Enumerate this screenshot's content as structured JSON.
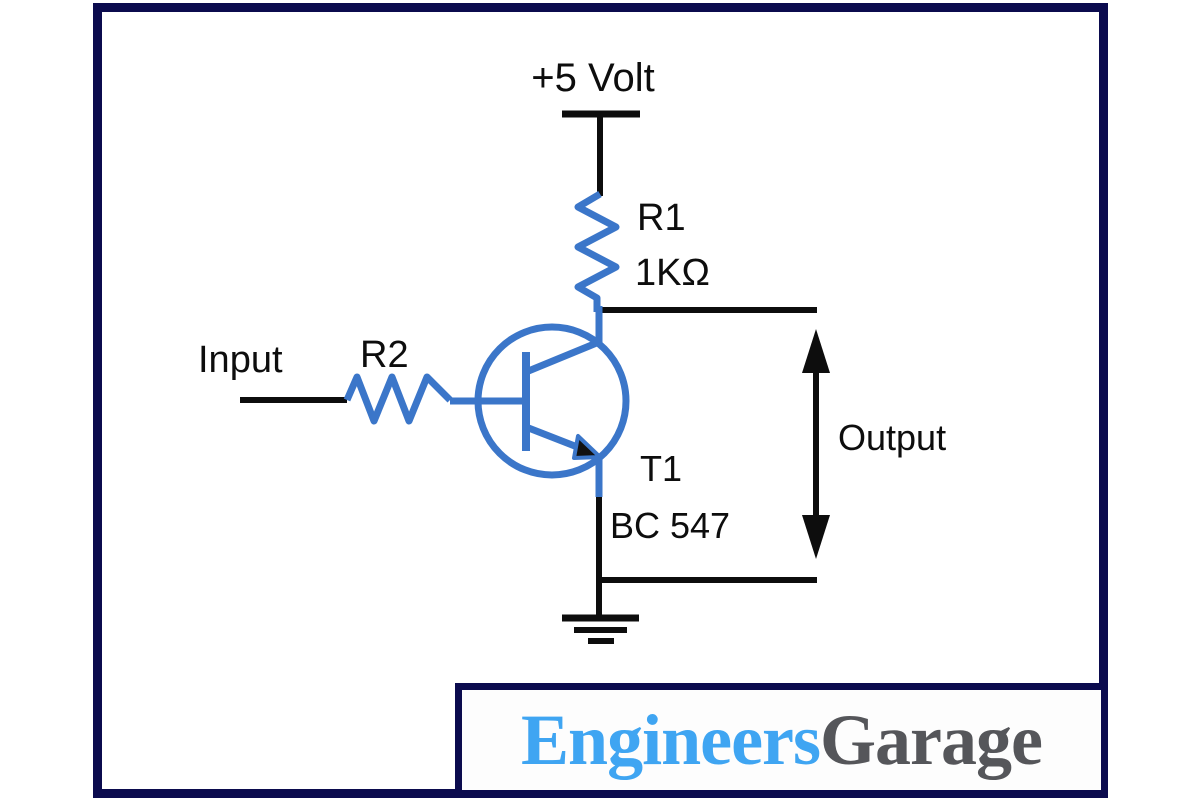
{
  "diagram": {
    "supply_label": "+5 Volt",
    "r1_name": "R1",
    "r1_value": "1KΩ",
    "r2_name": "R2",
    "input_label": "Input",
    "output_label": "Output",
    "transistor_name": "T1",
    "transistor_part": "BC 547"
  },
  "logo": {
    "engineers": "Engineers",
    "garage": "Garage"
  },
  "colors": {
    "frame_navy": "#0b0b4e",
    "component_blue": "#3b76c9",
    "wire_black": "#0d0d0d",
    "logo_blue": "#3fa5f2",
    "logo_gray": "#55565a"
  }
}
